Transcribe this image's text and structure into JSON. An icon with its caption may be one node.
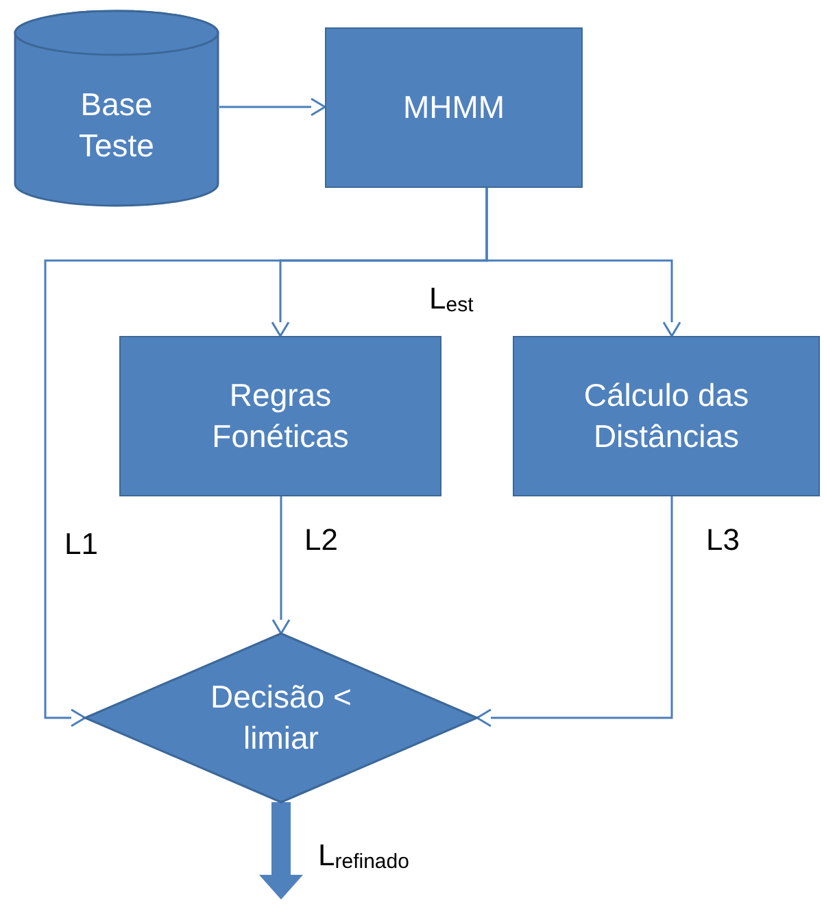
{
  "diagram": {
    "nodes": [
      {
        "text": [
          "Base Teste"
        ]
      },
      {
        "text": [
          "MHMM"
        ]
      },
      {
        "text": [
          "Regras Fonéticas"
        ]
      },
      {
        "text": [
          "Cálculo das Distâncias"
        ]
      },
      {
        "text": [
          "Decisão < limiar"
        ]
      }
    ],
    "edges": [
      {
        "from": 0,
        "to": 1,
        "arrow": "to"
      },
      {
        "from": 1,
        "to": 4,
        "arrow": "to",
        "label": "L1"
      },
      {
        "from": 1,
        "to": 2,
        "arrow": "to"
      },
      {
        "from": 1,
        "to": 3,
        "arrow": "to"
      },
      {
        "from": 2,
        "to": 4,
        "arrow": "to",
        "label": "L2"
      },
      {
        "from": 3,
        "to": 4,
        "arrow": "to",
        "label": "L3"
      },
      {
        "from": 4,
        "to": null,
        "arrow": "to",
        "style": "thick",
        "label": "L$_{refinado}$"
      }
    ],
    "labels": [
      "L$_{est}$"
    ]
  }
}
